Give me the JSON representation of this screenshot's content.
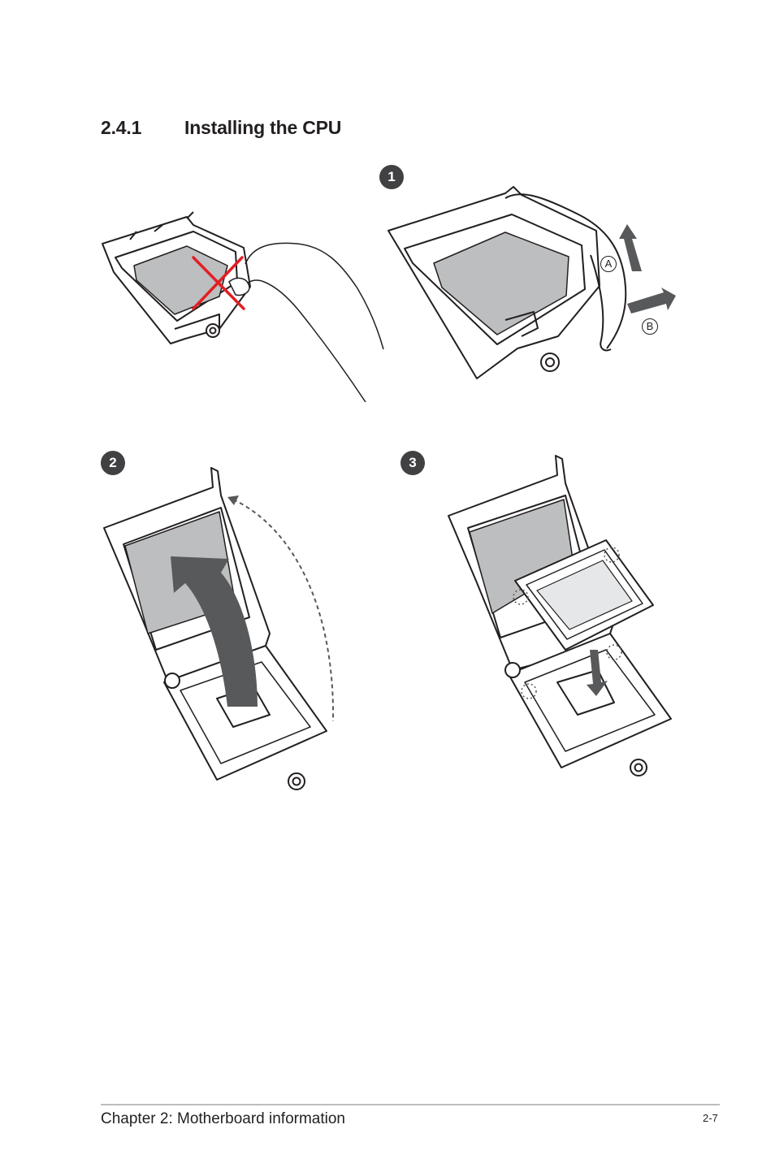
{
  "section": {
    "number": "2.4.1",
    "title": "Installing the CPU"
  },
  "steps": [
    {
      "badge": "1",
      "callouts": [
        "A",
        "B"
      ]
    },
    {
      "badge": "2"
    },
    {
      "badge": "3"
    }
  ],
  "footer": {
    "chapter": "Chapter 2: Motherboard information",
    "page": "2-7"
  },
  "colors": {
    "badge": "#414042",
    "arrow": "#58595b",
    "cover": "#bcbec0",
    "warning_cross": "#e31e24"
  }
}
